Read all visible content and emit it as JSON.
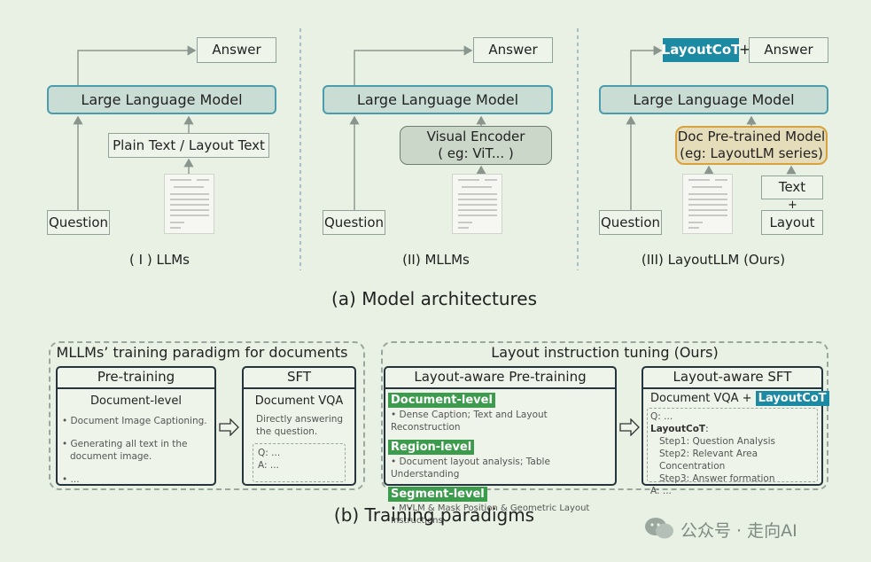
{
  "section_a": {
    "caption": "(a) Model architectures",
    "llms": {
      "answer": "Answer",
      "model": "Large Language Model",
      "text_box": "Plain Text / Layout Text",
      "question": "Question",
      "caption": "( I ) LLMs"
    },
    "mllms": {
      "answer": "Answer",
      "model": "Large Language Model",
      "encoder_line1": "Visual Encoder",
      "encoder_line2": "( eg: ViT... )",
      "question": "Question",
      "caption": "(II) MLLMs"
    },
    "layoutllm": {
      "cot": "LayoutCoT",
      "plus": "+",
      "answer": "Answer",
      "model": "Large Language Model",
      "docpre_line1": "Doc Pre-trained Model",
      "docpre_line2": "(eg: LayoutLM series)",
      "text": "Text",
      "plus2": "+",
      "layout": "Layout",
      "question": "Question",
      "caption": "(III) LayoutLLM (Ours)"
    }
  },
  "section_b": {
    "caption": "(b) Training paradigms",
    "mllm_paradigm": {
      "title": "MLLMs’ training paradigm for documents",
      "pretraining": {
        "header": "Pre-training",
        "subtitle": "Document-level",
        "item1": "• Document Image Captioning.",
        "item2_line1": "• Generating all text in the",
        "item2_line2": "document image.",
        "item3": "• ..."
      },
      "sft": {
        "header": "SFT",
        "subtitle": "Document VQA",
        "desc_line1": "Directly answering",
        "desc_line2": "the question.",
        "q": "Q: ...",
        "a": "A: ..."
      }
    },
    "layout_tuning": {
      "title": "Layout instruction tuning (Ours)",
      "pretraining": {
        "header": "Layout-aware Pre-training",
        "doc_level": "Document-level",
        "doc_desc": "• Dense Caption; Text and Layout Reconstruction",
        "region_level": "Region-level",
        "region_desc": "• Document layout analysis; Table Understanding",
        "segment_level": "Segment-level",
        "segment_desc": "• MVLM & Mask Position & Geometric Layout Instructions"
      },
      "sft": {
        "header": "Layout-aware SFT",
        "subtitle": "Document VQA +",
        "cot": "LayoutCoT",
        "q": "Q: ...",
        "cot_label": "LayoutCoT",
        "colon": ":",
        "step1": "Step1: Question Analysis",
        "step2": "Step2: Relevant Area Concentration",
        "step3": "Step3: Answer formation",
        "a": "A: ..."
      }
    }
  },
  "watermark": "公众号 · 走向AI",
  "colors": {
    "background": "#e8f1e3",
    "teal": "#1d8aa4",
    "green": "#3c9b4c",
    "orange": "#d8a23e"
  }
}
